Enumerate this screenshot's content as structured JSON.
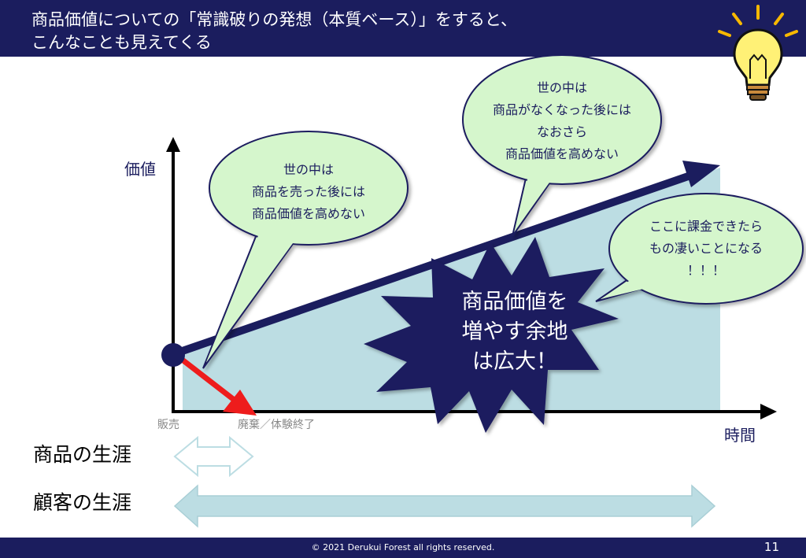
{
  "header": {
    "title_line1": "商品価値についての「常識破りの発想（本質ベース）」をすると、",
    "title_line2": "こんなことも見えてくる"
  },
  "diagram": {
    "y_axis_label": "価値",
    "x_axis_label": "時間",
    "x_tick_start": "販売",
    "x_tick_end": "廃棄／体験終了",
    "bubble_left": [
      "世の中は",
      "商品を売った後には",
      "商品価値を高めない"
    ],
    "bubble_top": [
      "世の中は",
      "商品がなくなった後には",
      "なおさら",
      "商品価値を高めない"
    ],
    "bubble_right": [
      "ここに課金できたら",
      "もの凄いことになる",
      "！！！"
    ],
    "starburst": [
      "商品価値を",
      "増やす余地",
      "は広大！"
    ],
    "product_lifetime_label": "商品の生涯",
    "customer_lifetime_label": "顧客の生涯",
    "icon": "lightbulb-icon",
    "colors": {
      "navy": "#1b1d5e",
      "bubble_fill": "#d5f6cc",
      "area_fill": "#bcdde3",
      "red_arrow": "#ee1c1c"
    }
  },
  "footer": {
    "copyright": "© 2021 Derukui Forest all rights reserved.",
    "page_number": "11"
  }
}
